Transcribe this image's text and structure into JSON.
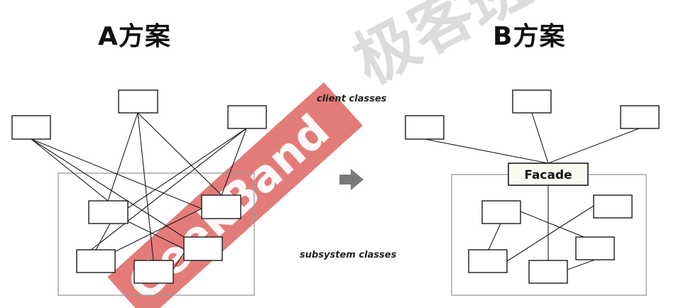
{
  "titles": {
    "a": "A方案",
    "b": "B方案"
  },
  "captions": {
    "client": "client classes",
    "subsystem": "subsystem classes"
  },
  "facade": {
    "label": "Facade"
  },
  "watermark": {
    "brand": "GeekBand",
    "chinese": "极客班",
    "colors": {
      "brand": "#d9534f",
      "chinese": "#d0d0d0"
    }
  },
  "arrow": {
    "icon": "right-arrow-icon",
    "color": "#7a7a7a"
  }
}
